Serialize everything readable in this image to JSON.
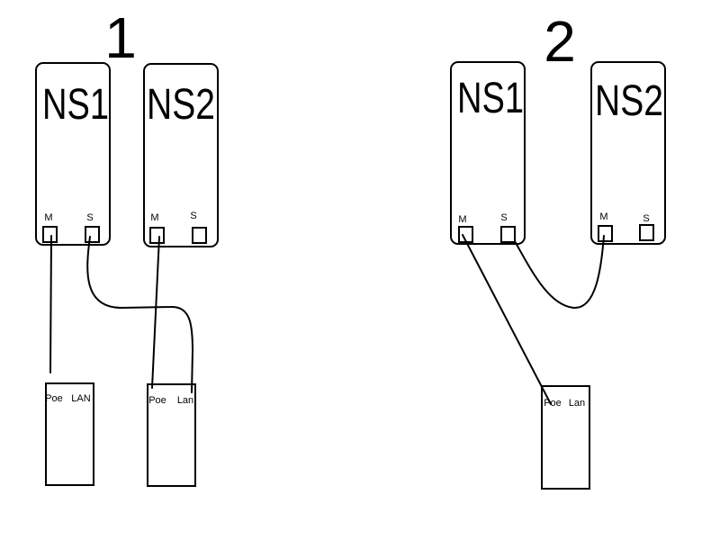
{
  "diagrams": [
    {
      "number": "1",
      "devices": [
        {
          "name": "NS1",
          "ports": [
            "M",
            "S"
          ]
        },
        {
          "name": "NS2",
          "ports": [
            "M",
            "S"
          ]
        }
      ],
      "switches": [
        {
          "ports": [
            "Poe",
            "LAN"
          ]
        },
        {
          "ports": [
            "Poe",
            "Lan"
          ]
        }
      ]
    },
    {
      "number": "2",
      "devices": [
        {
          "name": "NS1",
          "ports": [
            "M",
            "S"
          ]
        },
        {
          "name": "NS2",
          "ports": [
            "M",
            "S"
          ]
        }
      ],
      "switches": [
        {
          "ports": [
            "Poe",
            "Lan"
          ]
        }
      ]
    }
  ]
}
